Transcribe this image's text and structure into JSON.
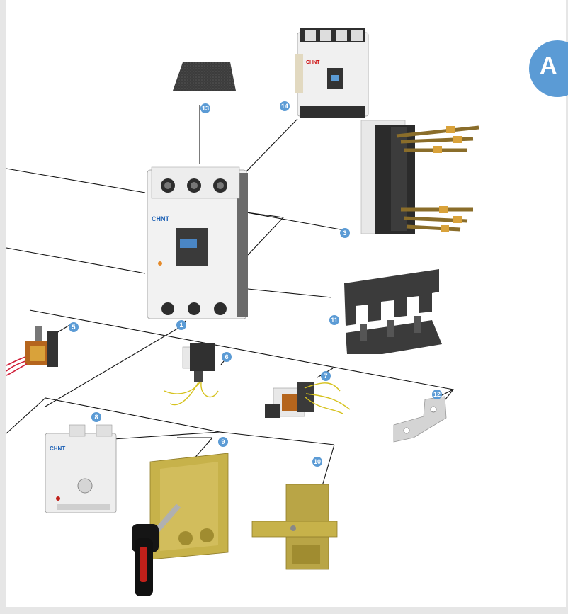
{
  "section_badge": {
    "label": "A",
    "color": "#5b9bd5"
  },
  "brand_label": "CHNT",
  "callouts": [
    {
      "id": "1",
      "part": "main-breaker"
    },
    {
      "id": "3",
      "part": "terminal-extension"
    },
    {
      "id": "5",
      "part": "shunt-release"
    },
    {
      "id": "6",
      "part": "undervoltage-release"
    },
    {
      "id": "7",
      "part": "auxiliary-alarm-contact"
    },
    {
      "id": "8",
      "part": "motor-operator"
    },
    {
      "id": "9",
      "part": "rotary-handle"
    },
    {
      "id": "10",
      "part": "interlock-plate"
    },
    {
      "id": "11",
      "part": "phase-barriers"
    },
    {
      "id": "12",
      "part": "connection-plate"
    },
    {
      "id": "13",
      "part": "pad"
    },
    {
      "id": "14",
      "part": "four-pole-breaker"
    }
  ],
  "colors": {
    "callout": "#5b9bd5",
    "leader_line": "#111111",
    "breaker_body": "#f2f2f2",
    "breaker_dark": "#3a3a3a",
    "zinc_plate": "#c7b24a"
  }
}
